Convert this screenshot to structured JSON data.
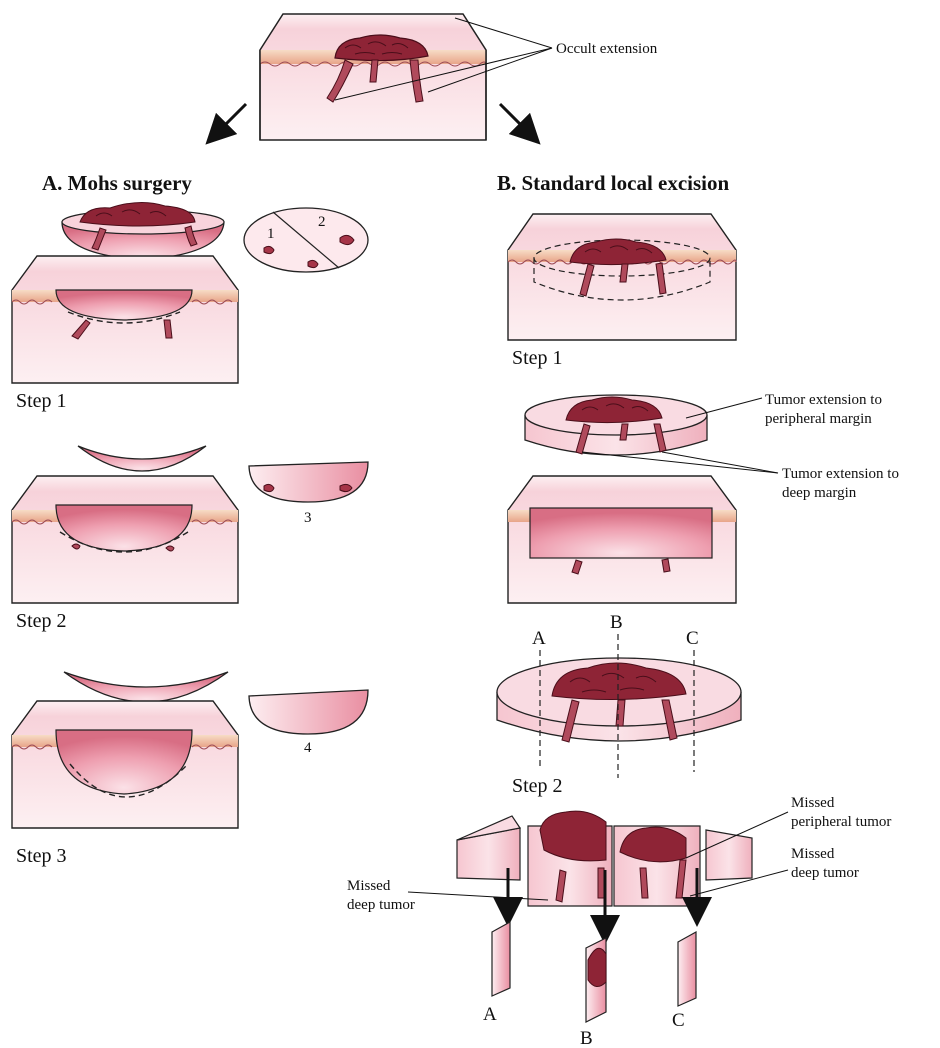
{
  "top": {
    "label": "Occult extension"
  },
  "mohs": {
    "title": "A. Mohs surgery",
    "steps": [
      "Step 1",
      "Step 2",
      "Step 3"
    ],
    "map_numbers": [
      "1",
      "2",
      "3",
      "4"
    ]
  },
  "standard": {
    "title": "B. Standard local excision",
    "steps": [
      "Step 1",
      "Step 2"
    ],
    "labels": {
      "peripheral": [
        "Tumor extension to",
        "peripheral margin"
      ],
      "deep": [
        "Tumor extension to",
        "deep margin"
      ],
      "missed_peripheral": [
        "Missed",
        "peripheral tumor"
      ],
      "missed_deep_right": [
        "Missed",
        "deep tumor"
      ],
      "missed_deep_left": [
        "Missed",
        "deep tumor"
      ]
    },
    "section_letters": [
      "A",
      "B",
      "C"
    ]
  },
  "colors": {
    "tumor": "#8e2436",
    "tumor_dark": "#5a1020",
    "skin_epidermis": "#f2c2a0",
    "dermis_light": "#fbe9ec",
    "dermis_pink": "#f3b9c5",
    "tissue_edge": "#c2505f"
  }
}
